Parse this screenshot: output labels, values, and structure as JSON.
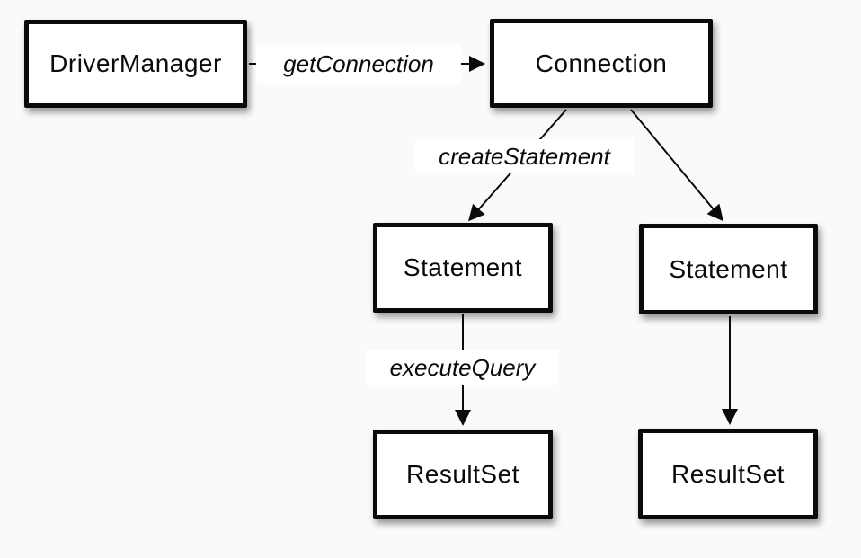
{
  "diagram": {
    "background_color": "#fafafa",
    "box_fill_color": "#ffffff",
    "line_color": "#0a0a0a",
    "nodes": {
      "driver_manager": {
        "label": "DriverManager"
      },
      "connection": {
        "label": "Connection"
      },
      "statement_left": {
        "label": "Statement"
      },
      "statement_right": {
        "label": "Statement"
      },
      "resultset_left": {
        "label": "ResultSet"
      },
      "resultset_right": {
        "label": "ResultSet"
      }
    },
    "edges": {
      "get_connection": {
        "label": "getConnection"
      },
      "create_statement": {
        "label": "createStatement"
      },
      "execute_query_left": {
        "label": "executeQuery"
      },
      "execute_query_right": {
        "label": ""
      }
    }
  }
}
